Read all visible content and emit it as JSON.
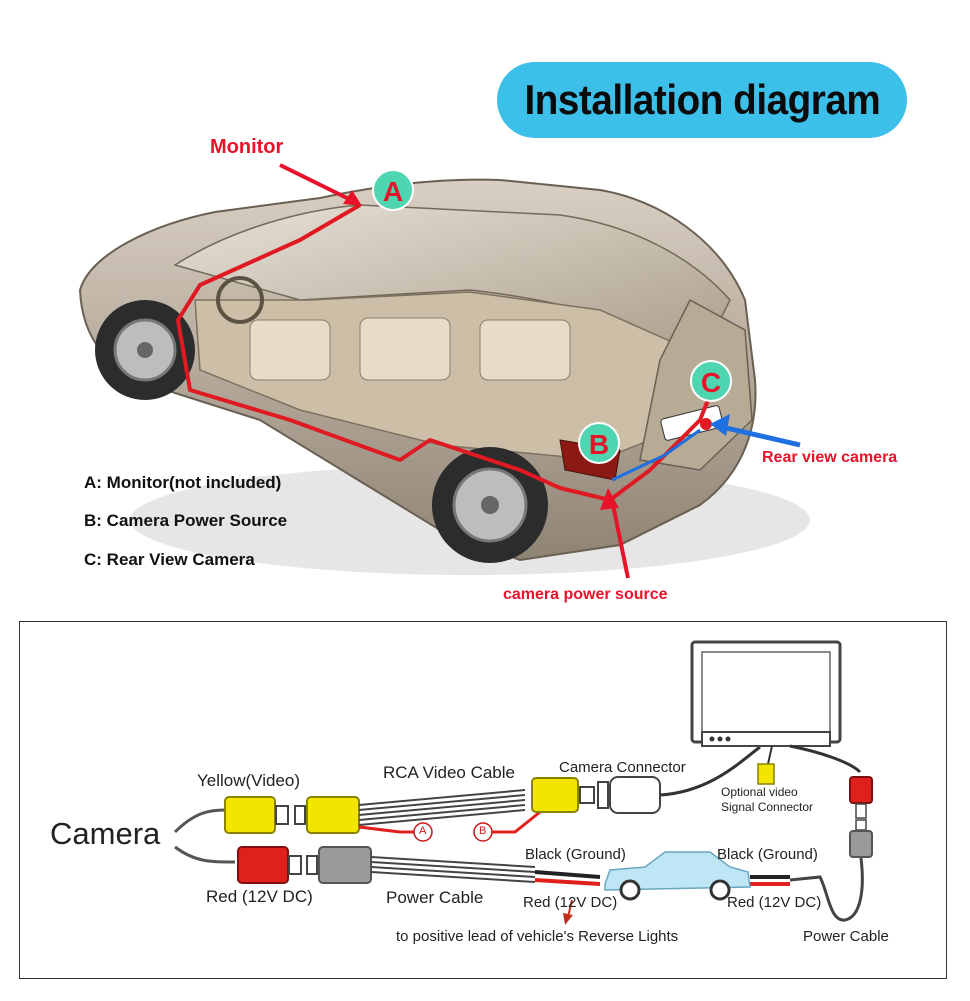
{
  "title": "Installation diagram",
  "car_diagram": {
    "markers": {
      "a": "A",
      "b": "B",
      "c": "C"
    },
    "callouts": {
      "monitor": "Monitor",
      "rear_view_camera": "Rear view camera",
      "camera_power_source": "camera power source"
    },
    "legend": [
      "A: Monitor(not included)",
      "B: Camera Power Source",
      "C: Rear View Camera"
    ],
    "colors": {
      "wire": "#e01a22",
      "marker_fill": "#4fd5b0",
      "marker_text": "#e8132a",
      "callout": "#e8132a",
      "camera_arrow": "#1e6fe0"
    }
  },
  "wiring_diagram": {
    "camera": "Camera",
    "yellow_video": "Yellow(Video)",
    "red_12v_left": "Red (12V DC)",
    "rca_video_cable": "RCA Video Cable",
    "marker_a": "A",
    "marker_b": "B",
    "camera_connector": "Camera Connector",
    "optional_video_line1": "Optional video",
    "optional_video_line2": "Signal Connector",
    "black_ground_1": "Black (Ground)",
    "black_ground_2": "Black (Ground)",
    "power_cable_1": "Power Cable",
    "red_12v_mid": "Red (12V DC)",
    "red_12v_right": "Red (12V DC)",
    "reverse_lights": "to positive lead of vehicle's Reverse Lights",
    "power_cable_2": "Power Cable",
    "colors": {
      "yellow": "#f2e500",
      "red": "#e0201c",
      "gray": "#9a9a9a",
      "car_blue": "#bfe6f5"
    }
  }
}
